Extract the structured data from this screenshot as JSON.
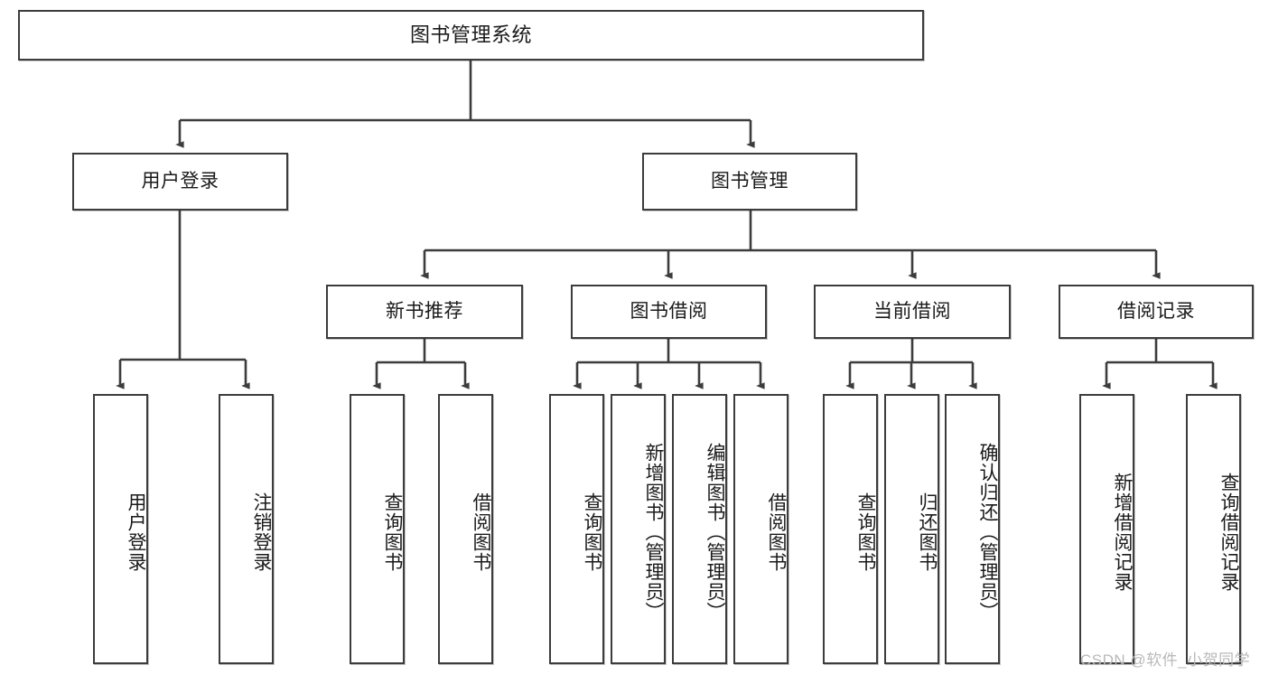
{
  "diagram": {
    "type": "tree",
    "title": "图书管理系统",
    "style": {
      "box_border_color": "#3c3c3c",
      "box_fill_color": "#ffffff",
      "line_color": "#3c3c3c",
      "text_color": "#1a1a1a",
      "background": "#ffffff"
    },
    "root": {
      "label": "图书管理系统"
    },
    "level2": [
      {
        "id": "user-login",
        "label": "用户登录"
      },
      {
        "id": "book-manage",
        "label": "图书管理"
      }
    ],
    "level3": [
      {
        "id": "new-book-rec",
        "label": "新书推荐",
        "parent": "book-manage"
      },
      {
        "id": "book-borrow",
        "label": "图书借阅",
        "parent": "book-manage"
      },
      {
        "id": "current-borrow",
        "label": "当前借阅",
        "parent": "book-manage"
      },
      {
        "id": "borrow-record",
        "label": "借阅记录",
        "parent": "book-manage"
      }
    ],
    "leaves": [
      {
        "id": "leaf-user-login",
        "label": "用户登录",
        "parent": "user-login"
      },
      {
        "id": "leaf-user-logout",
        "label": "注销登录",
        "parent": "user-login"
      },
      {
        "id": "leaf-rec-query-book",
        "label": "查询图书",
        "parent": "new-book-rec"
      },
      {
        "id": "leaf-rec-borrow-book",
        "label": "借阅图书",
        "parent": "new-book-rec"
      },
      {
        "id": "leaf-borrow-query-book",
        "label": "查询图书",
        "parent": "book-borrow"
      },
      {
        "id": "leaf-borrow-add-book",
        "label": "新增图书（管理员）",
        "parent": "book-borrow"
      },
      {
        "id": "leaf-borrow-edit-book",
        "label": "编辑图书（管理员）",
        "parent": "book-borrow"
      },
      {
        "id": "leaf-borrow-borrow-book",
        "label": "借阅图书",
        "parent": "book-borrow"
      },
      {
        "id": "leaf-current-query-book",
        "label": "查询图书",
        "parent": "current-borrow"
      },
      {
        "id": "leaf-current-return-book",
        "label": "归还图书",
        "parent": "current-borrow"
      },
      {
        "id": "leaf-current-confirm-return",
        "label": "确认归还（管理员）",
        "parent": "current-borrow"
      },
      {
        "id": "leaf-record-add",
        "label": "新增借阅记录",
        "parent": "borrow-record"
      },
      {
        "id": "leaf-record-query",
        "label": "查询借阅记录",
        "parent": "borrow-record"
      }
    ]
  },
  "watermark": {
    "text": "CSDN @软件_小贺同学"
  }
}
